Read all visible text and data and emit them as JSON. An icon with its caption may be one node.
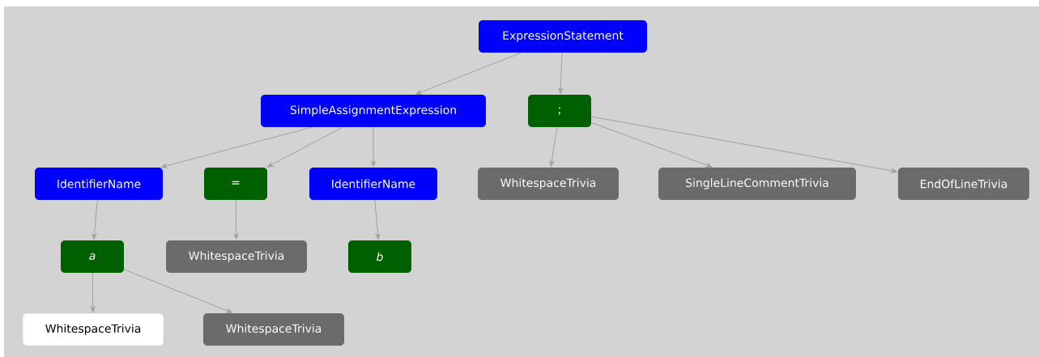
{
  "diagram": {
    "nodes": [
      {
        "text": [
          "ExpressionStatement"
        ]
      },
      {
        "text": [
          "SimpleAssignmentExpression"
        ]
      },
      {
        "text": [
          ";"
        ]
      },
      {
        "text": [
          "IdentifierName"
        ]
      },
      {
        "text": [
          "="
        ]
      },
      {
        "text": [
          "IdentifierName"
        ]
      },
      {
        "text": [
          "WhitespaceTrivia"
        ]
      },
      {
        "text": [
          "SingleLineCommentTrivia"
        ]
      },
      {
        "text": [
          "EndOfLineTrivia"
        ]
      },
      {
        "text": [
          "a"
        ]
      },
      {
        "text": [
          "WhitespaceTrivia"
        ]
      },
      {
        "text": [
          "b"
        ]
      },
      {
        "text": [
          "WhitespaceTrivia"
        ]
      },
      {
        "text": [
          "WhitespaceTrivia"
        ]
      }
    ],
    "edges": [
      {
        "from": 0,
        "to": 1,
        "arrow": "to"
      },
      {
        "from": 0,
        "to": 2,
        "arrow": "to"
      },
      {
        "from": 1,
        "to": 3,
        "arrow": "to"
      },
      {
        "from": 1,
        "to": 4,
        "arrow": "to"
      },
      {
        "from": 1,
        "to": 5,
        "arrow": "to"
      },
      {
        "from": 2,
        "to": 6,
        "arrow": "to"
      },
      {
        "from": 2,
        "to": 7,
        "arrow": "to"
      },
      {
        "from": 2,
        "to": 8,
        "arrow": "to"
      },
      {
        "from": 3,
        "to": 9,
        "arrow": "to"
      },
      {
        "from": 4,
        "to": 10,
        "arrow": "to"
      },
      {
        "from": 5,
        "to": 11,
        "arrow": "to"
      },
      {
        "from": 9,
        "to": 12,
        "arrow": "to"
      },
      {
        "from": 9,
        "to": 13,
        "arrow": "to"
      }
    ]
  }
}
